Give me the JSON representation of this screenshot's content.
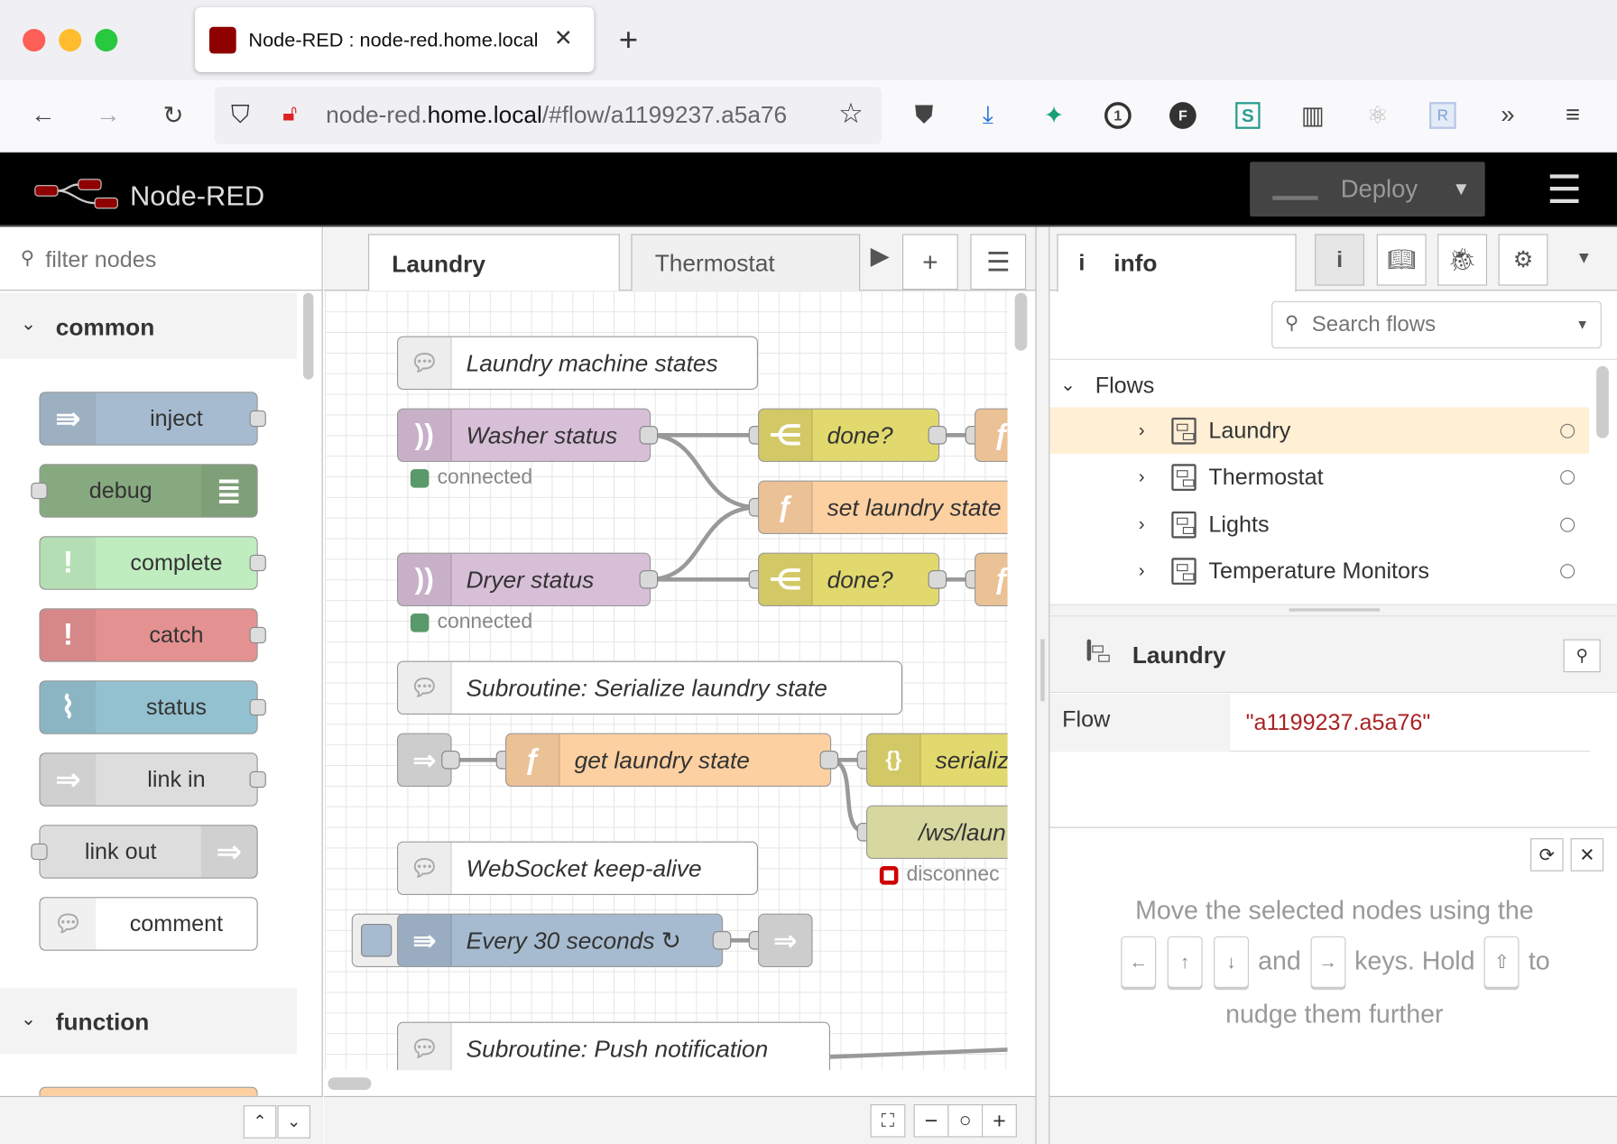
{
  "browser": {
    "tab_title": "Node-RED : node-red.home.local",
    "url_domain_prefix": "node-red.",
    "url_domain": "home.local",
    "url_path": "/#flow/a1199237.a5a76"
  },
  "app": {
    "name": "Node-RED",
    "deploy_label": "Deploy"
  },
  "palette": {
    "filter_placeholder": "filter nodes",
    "categories": [
      {
        "label": "common"
      },
      {
        "label": "function"
      }
    ],
    "nodes": [
      {
        "label": "inject",
        "color": "#a6bbcf"
      },
      {
        "label": "debug",
        "color": "#87a980"
      },
      {
        "label": "complete",
        "color": "#c0edc0"
      },
      {
        "label": "catch",
        "color": "#e49191"
      },
      {
        "label": "status",
        "color": "#94c1d0"
      },
      {
        "label": "link in",
        "color": "#dddddd"
      },
      {
        "label": "link out",
        "color": "#dddddd"
      },
      {
        "label": "comment",
        "color": "#ffffff"
      }
    ]
  },
  "workspace": {
    "tabs": [
      {
        "label": "Laundry"
      },
      {
        "label": "Thermostat"
      }
    ],
    "nodes": [
      {
        "label": "Laundry machine states"
      },
      {
        "label": "Washer status"
      },
      {
        "label": "done?"
      },
      {
        "label": "set laundry state"
      },
      {
        "label": "Dryer status"
      },
      {
        "label": "done?"
      },
      {
        "label": "Subroutine: Serialize laundry state"
      },
      {
        "label": "get laundry state"
      },
      {
        "label": "serializ"
      },
      {
        "label": "/ws/laun"
      },
      {
        "label": "WebSocket keep-alive"
      },
      {
        "label": "Every 30 seconds ↻"
      },
      {
        "label": "Subroutine: Push notification"
      }
    ],
    "statuses": [
      {
        "label": "connected"
      },
      {
        "label": "connected"
      },
      {
        "label": "disconnec"
      }
    ]
  },
  "sidebar": {
    "tab_label": "info",
    "search_placeholder": "Search flows",
    "flows_heading": "Flows",
    "flows": [
      {
        "label": "Laundry"
      },
      {
        "label": "Thermostat"
      },
      {
        "label": "Lights"
      },
      {
        "label": "Temperature Monitors"
      }
    ],
    "selected": {
      "title": "Laundry",
      "prop_key": "Flow",
      "prop_value": "\"a1199237.a5a76\""
    },
    "tip": {
      "l1": "Move the selected nodes using the",
      "and": "and",
      "keys_hold": "keys. Hold",
      "to": "to",
      "l3": "nudge them further"
    }
  },
  "colors": {
    "header_bg": "#000000",
    "selected_row": "#ffefd5",
    "function_node": "#fdd0a2",
    "switch_node": "#e2d96e",
    "ws_node": "#d7d7a0",
    "comment_node": "#ffffff",
    "status_connected": "#5a9a6a",
    "status_disconnected": "#cc0000"
  }
}
